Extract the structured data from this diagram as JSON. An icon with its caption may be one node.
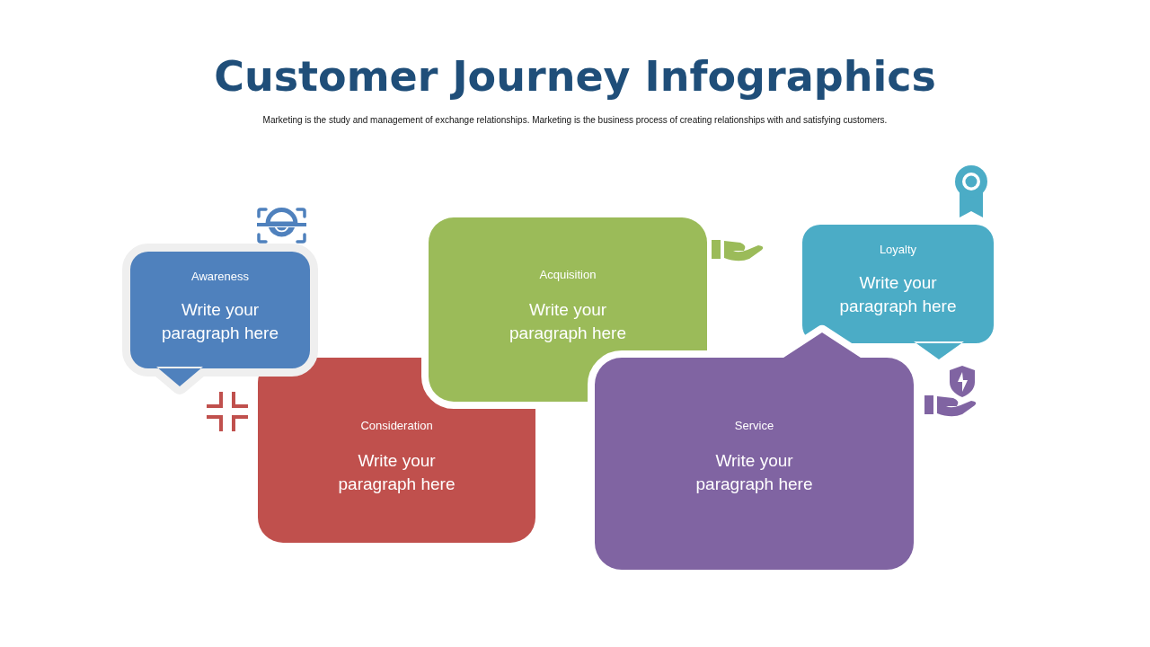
{
  "diagram": {
    "title": "Customer Journey Infographics",
    "caption": "Marketing is the study and management of exchange relationships. Marketing is the business process of creating relationships with and satisfying customers.",
    "nodes": [
      {
        "text": [
          "Awareness",
          "Write your paragraph here"
        ]
      },
      {
        "text": [
          "Consideration",
          "Write your paragraph here"
        ]
      },
      {
        "text": [
          "Acquisition",
          "Write your paragraph here"
        ]
      },
      {
        "text": [
          "Service",
          "Write your paragraph here"
        ]
      },
      {
        "text": [
          "Loyalty",
          "Write your paragraph here"
        ]
      }
    ]
  }
}
